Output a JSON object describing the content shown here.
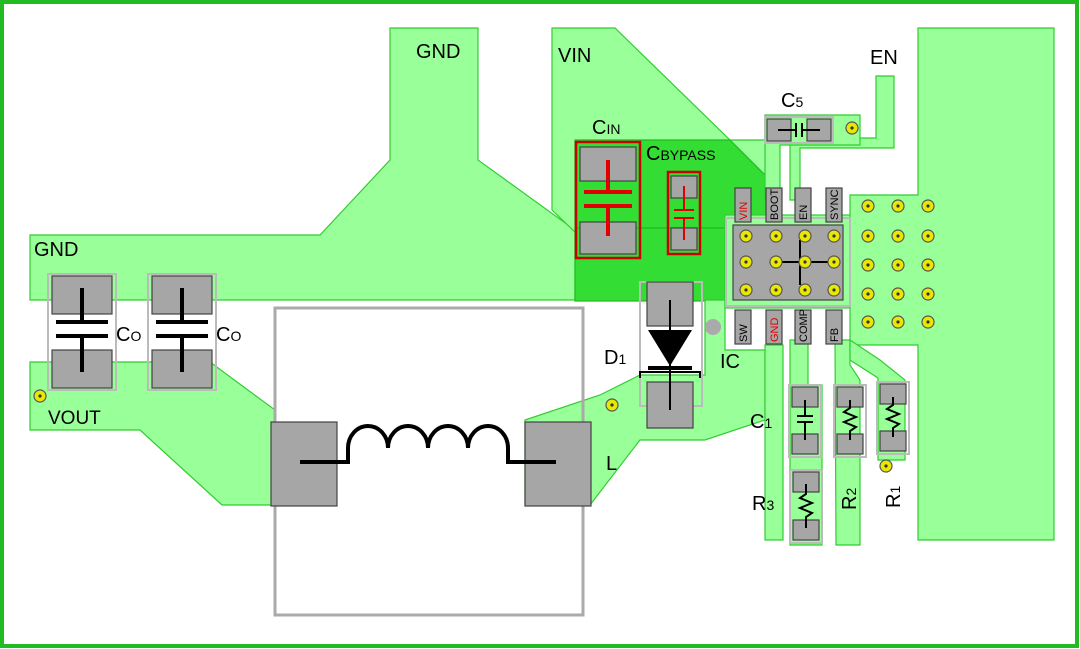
{
  "colors": {
    "border": "#22bb22",
    "copper": "#99ff99",
    "copper_edge": "#33cc33",
    "copper_dark": "#33dd33",
    "pad": "#a6a6a6",
    "silkscreen": "#aaaaaa",
    "via": "#e8e800",
    "highlight_red": "#e00000"
  },
  "nets": {
    "gnd_top": "GND",
    "gnd_left": "GND",
    "vin": "VIN",
    "en": "EN",
    "vout": "VOUT"
  },
  "components": {
    "c_in": {
      "main": "C",
      "sub": "IN"
    },
    "c_bypass": {
      "main": "C",
      "sub": "BYPASS"
    },
    "c5": {
      "main": "C",
      "sub": "5"
    },
    "co_1": {
      "main": "C",
      "sub": "O"
    },
    "co_2": {
      "main": "C",
      "sub": "O"
    },
    "d1": {
      "main": "D",
      "sub": "1"
    },
    "ic": "IC",
    "l": "L",
    "c1": {
      "main": "C",
      "sub": "1"
    },
    "r3": {
      "main": "R",
      "sub": "3"
    },
    "r2": {
      "main": "R",
      "sub": "2"
    },
    "r1": {
      "main": "R",
      "sub": "1"
    }
  },
  "ic_pins": {
    "vin": "VIN",
    "boot": "BOOT",
    "en": "EN",
    "sync": "SYNC",
    "sw": "SW",
    "gnd": "GND",
    "comp": "COMP",
    "fb": "FB"
  }
}
